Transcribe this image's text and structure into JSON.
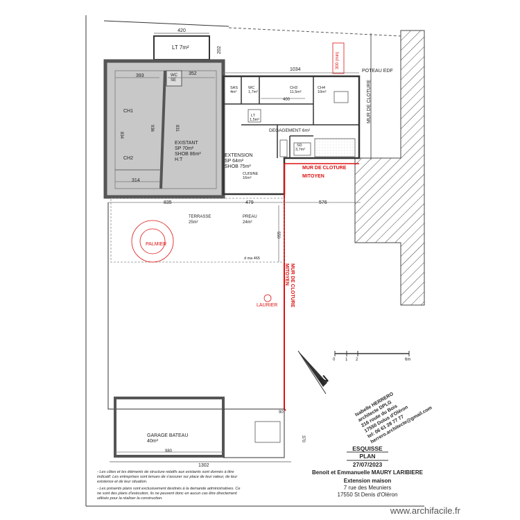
{
  "plan": {
    "top_dim": "420",
    "lt_room": "LT 7m²",
    "lt_side_dim": "202",
    "dim_1034": "1034",
    "dim_300": "300 (min)",
    "poteau": "POTEAU EDF",
    "mur_cloture_right": "MUR DE CLOTURE",
    "dim_393": "393",
    "dim_352": "352",
    "wc_se": "WC\nSE",
    "sas": "SAS\n4m²",
    "wc2": "WC\n1,7m²",
    "ch3": "CH3\n11,5m²",
    "ch4": "CH4\n10m²",
    "dim_400": "400",
    "ch1": "CH1",
    "ch2": "CH2",
    "dim_834": "834",
    "dim_936": "936",
    "dim_831": "831",
    "existant": "EXISTANT",
    "existant_sp": "SP 70m²",
    "existant_shob": "SHOB 86m²",
    "existant_ht": "H.T",
    "lt2": "LT\n1,5m²",
    "degagement": "DEGAGEMENT 6m²",
    "sdb": "SD\n3,7m²",
    "extension": "EXTENSION",
    "extension_sp": "SP 64m²",
    "extension_shob": "SHOB 75m²",
    "cuisine": "CUISINE\n16m²",
    "dim_314": "314",
    "mur_mitoyen_top": "MUR DE CLOTURE",
    "mitoyen_top": "MITOYEN",
    "dim_835": "835",
    "dim_479": "479",
    "dim_576": "576",
    "terrasse": "TERRASSE",
    "terrasse_area": "25m²",
    "preau": "PREAU",
    "preau_area": "24m²",
    "dim_550": "550",
    "palmier": "PALMIER",
    "dim_465": "d ma 465",
    "mur_mitoyen_side": "MUR DE CLOTURE\nMITOYEN",
    "laurier": "LAURIER",
    "garage": "GARAGE BATEAU",
    "garage_area": "40m²",
    "dim_980": "980",
    "dim_1302": "1302",
    "dim_370": "370",
    "dim_90": "90",
    "north": "N",
    "scale_labels": [
      "0",
      "1",
      "2",
      "6m"
    ],
    "architect": [
      "Isabelle HERRERO",
      "architecte DPLG",
      "216 route du Bois",
      "17550 Dolus d'Oléron",
      "tel: 06 61 28 77 77",
      "herrero.architecte@gmail.com"
    ],
    "notes": [
      "- Les côtes et les éléments de structure relatifs aux existants sont donnés à titre",
      "indicatif. Les entreprises sont tenues de s'assurer sur place de leur valeur, de leur",
      "existence et de leur situation.",
      "- Les présents plans sont exclusivement destinés à la demande administratives. Ce",
      "ne sont des plans d'exécution, ils ne peuvent donc en aucun cas être directement",
      "utilisés pour la réaliser la construction."
    ],
    "title_esquisse": "ESQUISSE",
    "title_plan": "PLAN",
    "date": "27/07/2023",
    "client": "Benoit et Emmanuelle MAURY LARIBIERE",
    "project": "Extension maison",
    "address": "7 rue des Meuniers",
    "city": "17550 St Denis d'Oléron"
  },
  "watermark": "www.archifacile.fr"
}
